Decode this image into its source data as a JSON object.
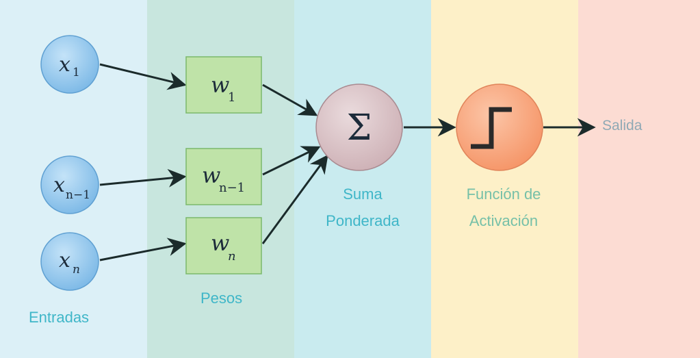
{
  "colors": {
    "inputs_band": "#dcf0f7",
    "weights_band": "#c8e6de",
    "sum_band": "#c9ebef",
    "activation_band": "#fdf0c8",
    "output_band": "#fcdcd3",
    "input_node": "#8fc6ee",
    "weight_box": "#bfe3a8",
    "sum_node": "#dcc2c6",
    "activation_node": "#f8a77f",
    "label_teal": "#3fb6c8",
    "label_green": "#76c0a8",
    "label_gray": "#8fa9b5",
    "arrow": "#1b2b2b"
  },
  "inputs": {
    "label": "Entradas",
    "nodes": [
      {
        "symbol": "x",
        "subscript": "1"
      },
      {
        "symbol": "x",
        "subscript": "n−1"
      },
      {
        "symbol": "x",
        "subscript": "n"
      }
    ]
  },
  "weights": {
    "label": "Pesos",
    "boxes": [
      {
        "symbol": "w",
        "subscript": "1"
      },
      {
        "symbol": "w",
        "subscript": "n−1"
      },
      {
        "symbol": "w",
        "subscript": "n"
      }
    ]
  },
  "sum": {
    "symbol": "Σ",
    "label_line1": "Suma",
    "label_line2": "Ponderada"
  },
  "activation": {
    "icon": "step-function-icon",
    "label_line1": "Función de",
    "label_line2": "Activación"
  },
  "output": {
    "label": "Salida"
  }
}
